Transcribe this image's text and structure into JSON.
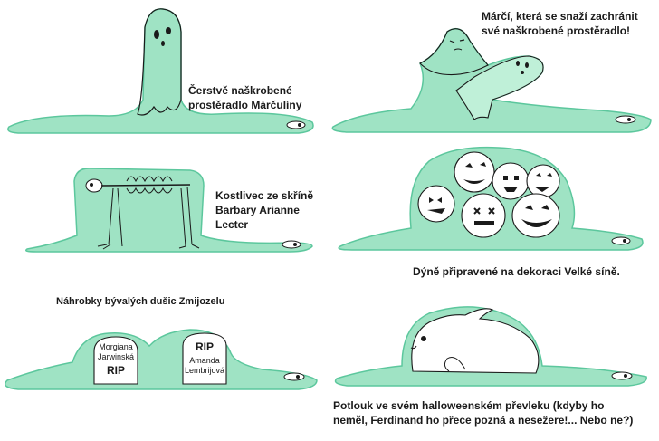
{
  "colors": {
    "snake_fill": "#9fe3c4",
    "snake_edge": "#5cc79d",
    "ink": "#1a1a1a",
    "pumpkin": "#ffffff"
  },
  "panels": [
    {
      "id": "ghost",
      "caption_lines": [
        "Čerstvě naškrobené",
        "prostěradlo Márčulíny"
      ]
    },
    {
      "id": "ghost-rescue",
      "caption_lines": [
        "Márčí, která se snaží zachránit",
        "své naškrobené prostěradlo!"
      ]
    },
    {
      "id": "skeleton",
      "caption_lines": [
        "Kostlivec ze skříně",
        "Barbary Arianne Lecter"
      ]
    },
    {
      "id": "pumpkins",
      "caption_lines": [
        "Dýně připravené na dekoraci Velké síně."
      ]
    },
    {
      "id": "tombstones",
      "caption_lines": [
        "Náhrobky bývalých dušic Zmijozelu"
      ],
      "stones": [
        {
          "top": "Morgiana Jarwinská",
          "bottom": "RIP"
        },
        {
          "top": "RIP",
          "bottom": "Amanda Lembrijová"
        }
      ]
    },
    {
      "id": "rabbit",
      "caption_lines": [
        "Potlouk ve svém halloweenském převleku (kdyby ho",
        "neměl, Ferdinand ho přece pozná a nesežere!... Nebo ne?)"
      ]
    }
  ]
}
